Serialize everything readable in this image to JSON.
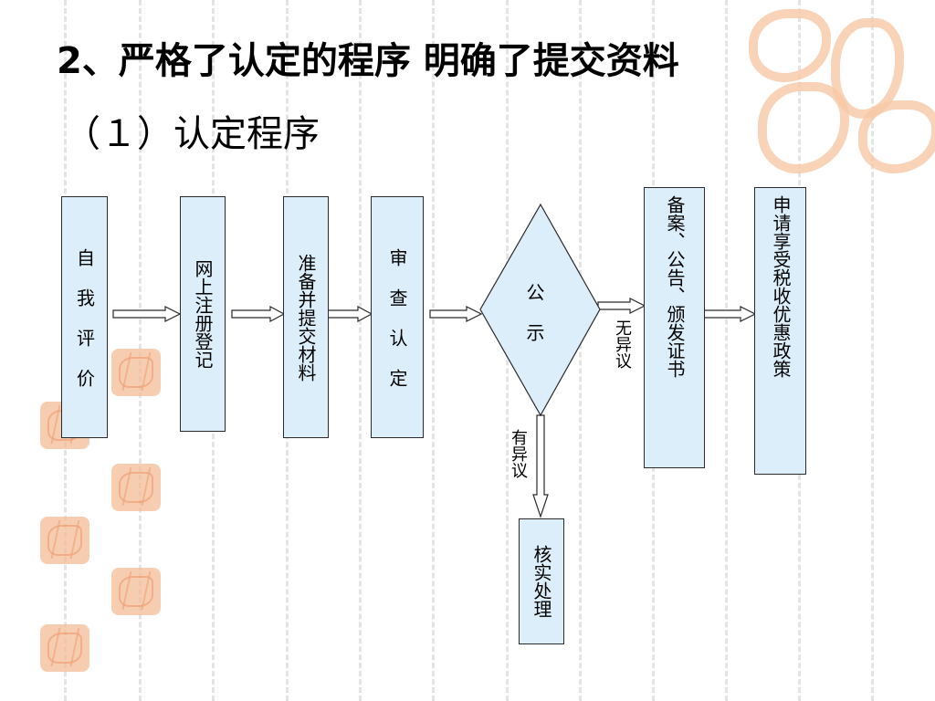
{
  "slide": {
    "title": "2、严格了认定的程序 明确了提交资料",
    "subtitle": "（１）认定程序"
  },
  "flow": {
    "steps": [
      {
        "id": "self-eval",
        "label": "自 我 评 价"
      },
      {
        "id": "online-register",
        "label": "网上注册登记"
      },
      {
        "id": "prepare-materials",
        "label": "准备并提交材料"
      },
      {
        "id": "review",
        "label": "审 查 认 定"
      },
      {
        "id": "publicize",
        "label": "公 示"
      },
      {
        "id": "record",
        "label": "备案、公告、颁发证书"
      },
      {
        "id": "apply-policy",
        "label": "申请享受税收优惠政策"
      },
      {
        "id": "verify",
        "label": "核实处理"
      }
    ],
    "edge_labels": {
      "no_objection": "无异议",
      "has_objection": "有异议"
    }
  },
  "colors": {
    "box_fill": "#dceef9",
    "seal": "#f4bd96",
    "background_lines": "#e4e4e4"
  }
}
